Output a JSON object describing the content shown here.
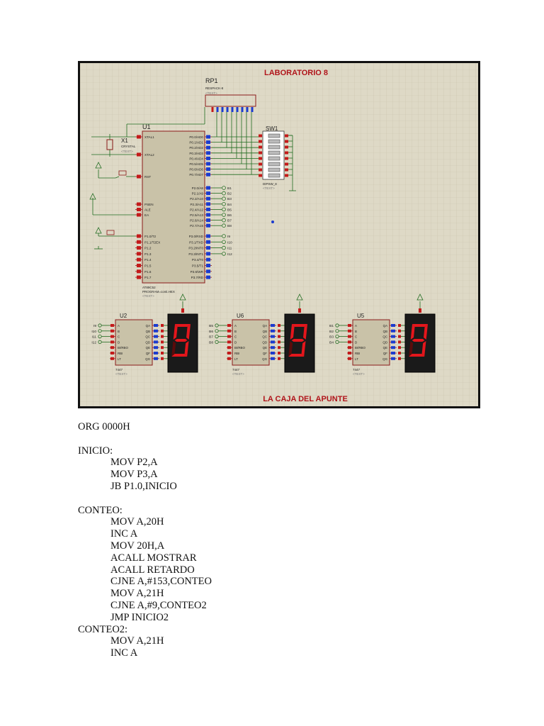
{
  "schematic": {
    "title": "LABORATORIO 8",
    "footer": "LA CAJA DEL APUNTE",
    "rp1": {
      "name": "RP1",
      "part": "RESPACK-8",
      "text": "<TEXT>"
    },
    "u1": {
      "name": "U1",
      "part": "AT89C52",
      "program": "PROGRAM=conti.HEX",
      "text": "<TEXT>",
      "left_pins_top": [
        "XTAL1",
        "XTAL2",
        "RST"
      ],
      "left_pins_mid": [
        "PSEN",
        "ALE",
        "EA"
      ],
      "left_pins_bottom": [
        "P1.0/T2",
        "P1.1/T2EX",
        "P1.2",
        "P1.3",
        "P1.4",
        "P1.5",
        "P1.6",
        "P1.7"
      ],
      "right_pins_p0": [
        "P0.0/AD0",
        "P0.1/AD1",
        "P0.2/AD2",
        "P0.3/AD3",
        "P0.4/AD4",
        "P0.5/AD5",
        "P0.6/AD6",
        "P0.7/AD7"
      ],
      "right_pins_p2": [
        "P2.0/A8",
        "P2.1/A9",
        "P2.2/A10",
        "P2.3/A11",
        "P2.4/A12",
        "P2.5/A13",
        "P2.6/A14",
        "P2.7/A15"
      ],
      "right_pins_p3": [
        "P3.0/RXD",
        "P3.1/TXD",
        "P3.2/INT0",
        "P3.3/INT1",
        "P3.4/T0",
        "P3.5/T1",
        "P3.6/WR",
        "P3.7/RD"
      ],
      "p2_labels": [
        "B1",
        "B2",
        "B3",
        "B4",
        "B5",
        "B6",
        "B7",
        "B8"
      ],
      "p3_labels": [
        "I9",
        "I10",
        "I11",
        "I12"
      ]
    },
    "x1": {
      "name": "X1",
      "part": "CRYSTAL",
      "text": "<TEXT>"
    },
    "sw1": {
      "name": "SW1",
      "part": "DIPSW_8",
      "text": "<TEXT>"
    },
    "decoders": [
      {
        "name": "U2",
        "part": "7447",
        "text": "<TEXT>",
        "inputs": [
          "I9",
          "I10",
          "I11",
          "I12"
        ],
        "digit": "9"
      },
      {
        "name": "U6",
        "part": "7447",
        "text": "<TEXT>",
        "inputs": [
          "B5",
          "B6",
          "B7",
          "B8"
        ],
        "digit": "9"
      },
      {
        "name": "U5",
        "part": "7447",
        "text": "<TEXT>",
        "inputs": [
          "B1",
          "B2",
          "B3",
          "B4"
        ],
        "digit": "9"
      }
    ],
    "decoder_left_pins": [
      "A",
      "B",
      "C",
      "D",
      "BI/RBO",
      "RBI",
      "LT"
    ],
    "decoder_right_pins": [
      "QA",
      "QB",
      "QC",
      "QD",
      "QE",
      "QF",
      "QG"
    ],
    "colors": {
      "background": "#ded9c6",
      "grid": "#c9c3ae",
      "wire": "#1f6b1f",
      "component": "#8b1a1a",
      "title": "#b0141a",
      "display_body": "#1a1a1a",
      "segment_on": "#e4161c",
      "segment_off": "#5a0b0b",
      "pin_blue": "#1b3bcf",
      "pin_red": "#c41a1a"
    }
  },
  "code": [
    {
      "text": "ORG 0000H",
      "indent": false
    },
    {
      "text": "",
      "indent": false
    },
    {
      "text": "INICIO:",
      "indent": false
    },
    {
      "text": "MOV P2,A",
      "indent": true
    },
    {
      "text": "MOV P3,A",
      "indent": true
    },
    {
      "text": "JB P1.0,INICIO",
      "indent": true
    },
    {
      "text": "",
      "indent": false
    },
    {
      "text": "CONTEO:",
      "indent": false
    },
    {
      "text": "MOV A,20H",
      "indent": true
    },
    {
      "text": "INC A",
      "indent": true
    },
    {
      "text": "MOV 20H,A",
      "indent": true
    },
    {
      "text": "ACALL MOSTRAR",
      "indent": true
    },
    {
      "text": "ACALL RETARDO",
      "indent": true
    },
    {
      "text": "CJNE A,#153,CONTEO",
      "indent": true
    },
    {
      "text": "MOV A,21H",
      "indent": true
    },
    {
      "text": "CJNE A,#9,CONTEO2",
      "indent": true
    },
    {
      "text": "JMP INICIO2",
      "indent": true
    },
    {
      "text": "CONTEO2:",
      "indent": false
    },
    {
      "text": "MOV A,21H",
      "indent": true
    },
    {
      "text": "INC A",
      "indent": true
    }
  ]
}
